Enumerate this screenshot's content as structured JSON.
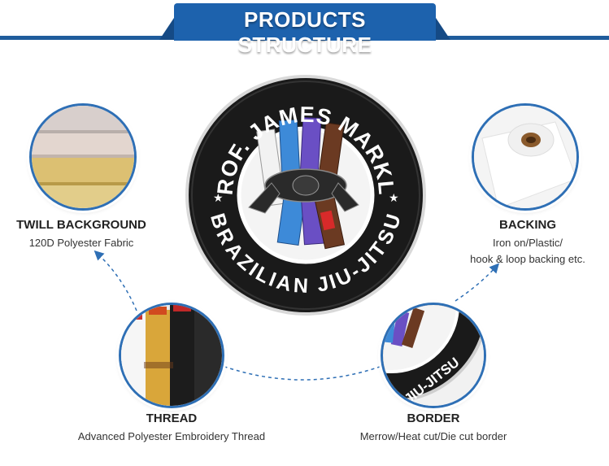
{
  "header": {
    "title": "PRODUCTS STRUCTURE"
  },
  "patch": {
    "top_text": "PROF. JAMES MARKLE",
    "bottom_text": "BRAZILIAN JIU-JITSU"
  },
  "features": {
    "twill": {
      "title": "TWILL BACKGROUND",
      "desc": "120D Polyester Fabric"
    },
    "backing": {
      "title": "BACKING",
      "desc_line1": "Iron on/Plastic/",
      "desc_line2": "hook & loop backing etc."
    },
    "thread": {
      "title": "THREAD",
      "desc": "Advanced Polyester Embroidery Thread"
    },
    "border": {
      "title": "BORDER",
      "desc": "Merrow/Heat cut/Die cut border"
    }
  },
  "border_zoom_text": "JIU-JITSU",
  "colors": {
    "accent_blue": "#1d62ad",
    "circle_border": "#2e6fb5",
    "patch_black": "#1a1a1a"
  }
}
